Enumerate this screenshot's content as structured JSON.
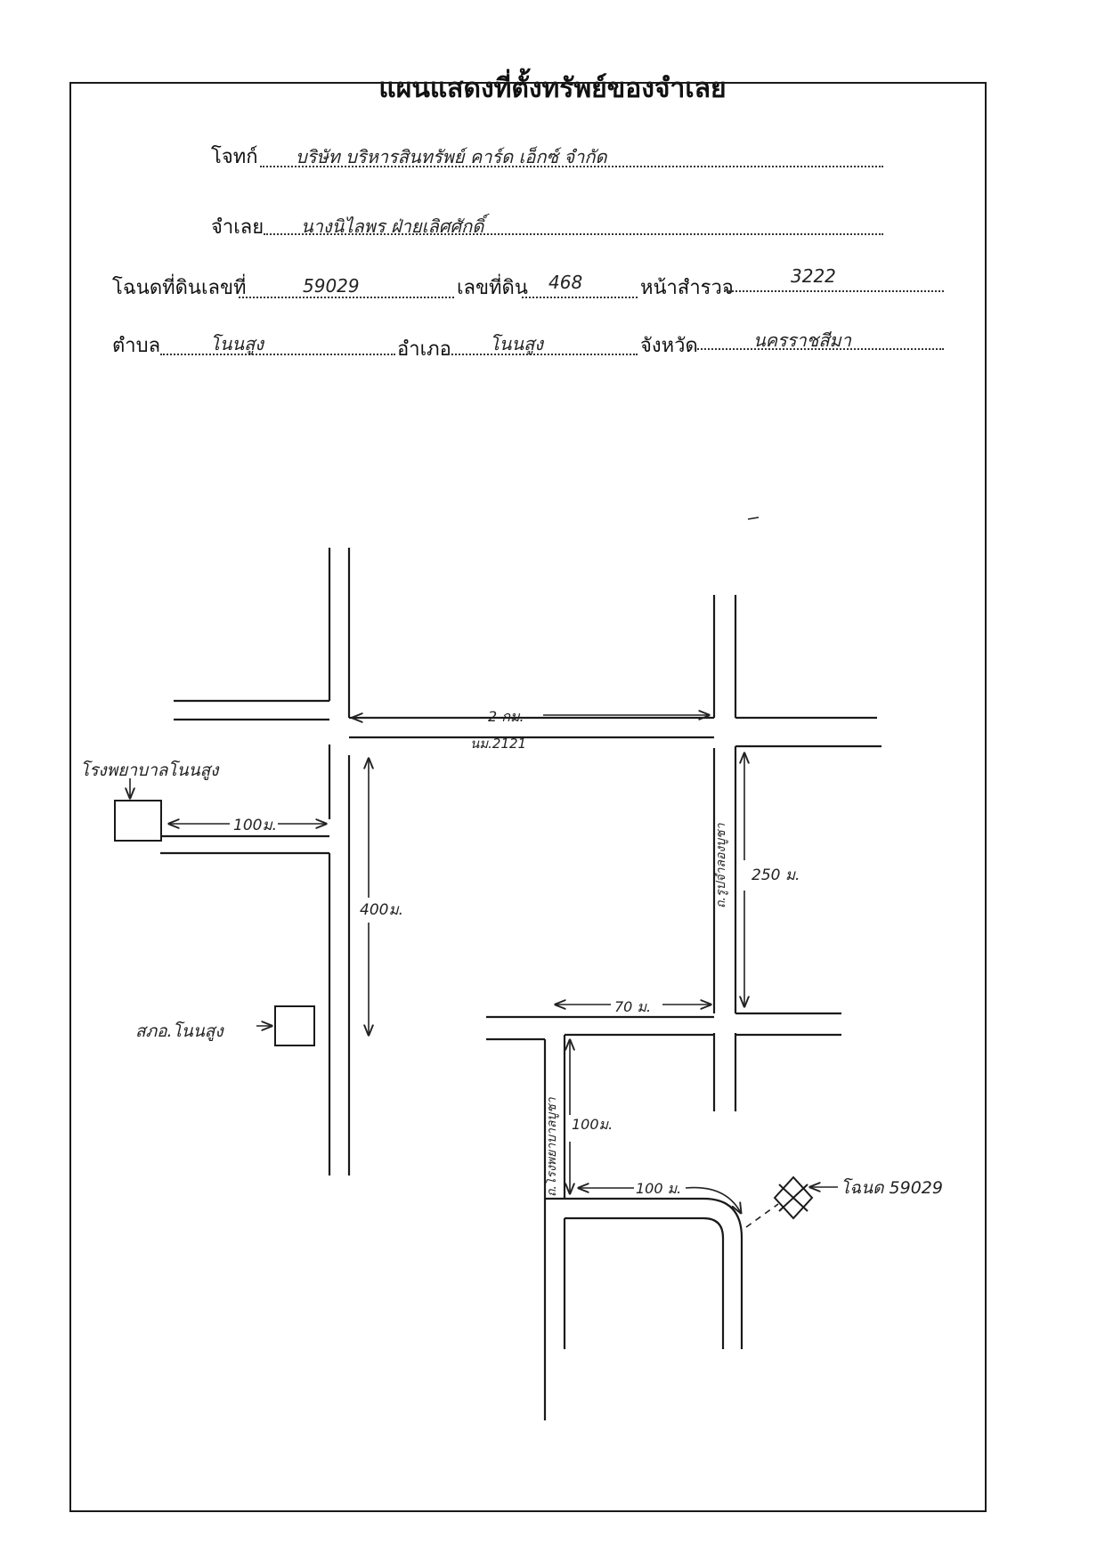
{
  "header": {
    "title": "แผนแสดงที่ตั้งทรัพย์ของจำเลย"
  },
  "form": {
    "plaintiff_label": "โจทก์",
    "plaintiff_value": "บริษัท บริหารสินทรัพย์ คาร์ด เอ็กซ์ จำกัด",
    "defendant_label": "จำเลย",
    "defendant_value": "นางนิไลพร ฝ่ายเลิศศักดิ์",
    "deed_label": "โฉนดที่ดินเลขที่",
    "deed_value": "59029",
    "land_no_label": "เลขที่ดิน",
    "land_no_value": "468",
    "survey_label": "หน้าสำรวจ",
    "survey_value": "3222",
    "subdistrict_label": "ตำบล",
    "subdistrict_value": "โนนสูง",
    "district_label": "อำเภอ",
    "district_value": "โนนสูง",
    "province_label": "จังหวัด",
    "province_value": "นครราชสีมา"
  },
  "map": {
    "hospital_label": "โรงพยาบาลโนนสูง",
    "dist_hospital": "100ม.",
    "dist_2km": "2 กม.",
    "road_main": "นม.2121",
    "dist_400": "400ม.",
    "office_label": "สภอ.โนนสูง",
    "dist_250": "250 ม.",
    "road_right": "ถ.รูปจำลองบูชา",
    "dist_70": "70 ม.",
    "road_lower": "ถ.โรงพยาบาลบูชา",
    "dist_100_vertical": "100ม.",
    "dist_100_horizontal": "100 ม.",
    "deed_marker": "โฉนด 59029"
  }
}
